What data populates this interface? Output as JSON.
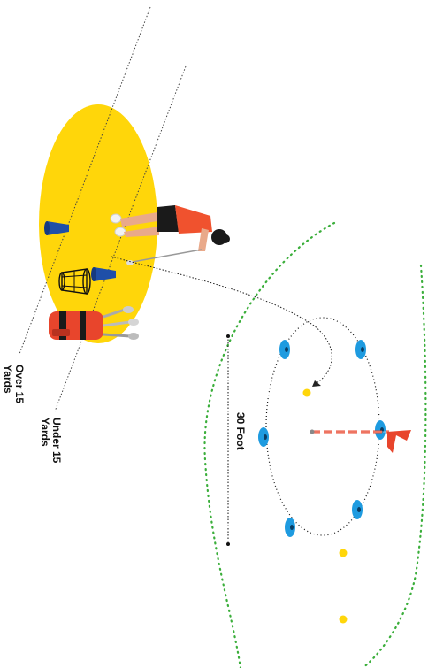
{
  "labels": {
    "over": [
      "Over 15",
      "Yards"
    ],
    "under": [
      "Under 15",
      "Yards"
    ],
    "distance": "30 Foot"
  },
  "colors": {
    "zone": "#FFD60A",
    "cone": "#1E9BE0",
    "dark_cone": "#1F4FA8",
    "ball": "#FFD60A",
    "flag": "#E8452C",
    "shirt": "#F0522E",
    "green_dots": "#3AAE3A"
  },
  "icons": [
    "golfer-figure",
    "golf-bag-icon",
    "practice-net-icon",
    "target-cone-icon",
    "flag-icon",
    "golf-ball-icon"
  ]
}
